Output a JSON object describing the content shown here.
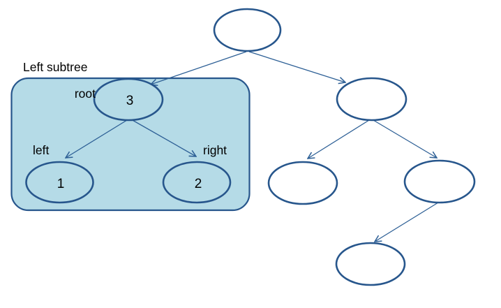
{
  "diagram": {
    "type": "binary-tree",
    "background": "#ffffff",
    "subtree_box": {
      "label": "Left subtree",
      "fill": "#b5dbe7",
      "border": "#27568c",
      "nodes": [
        {
          "annotation": "root",
          "value": "3"
        },
        {
          "annotation": "left",
          "value": "1"
        },
        {
          "annotation": "right",
          "value": "2"
        }
      ]
    },
    "colors": {
      "node_border": "#27568c",
      "node_fill": "#ffffff",
      "edge": "#2e6096",
      "text": "#000000"
    }
  }
}
